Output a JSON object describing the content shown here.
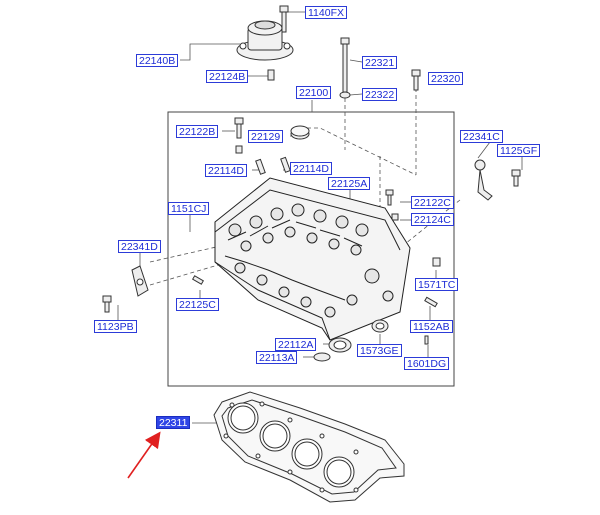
{
  "diagram": {
    "labels": {
      "p1140FX": "1140FX",
      "p22140B": "22140B",
      "p22124B": "22124B",
      "p22321": "22321",
      "p22320": "22320",
      "p22322": "22322",
      "p22100": "22100",
      "p22122B": "22122B",
      "p22129": "22129",
      "p22341C": "22341C",
      "p1125GF": "1125GF",
      "p22114D_left": "22114D",
      "p22114D_right": "22114D",
      "p22125A": "22125A",
      "p22122C": "22122C",
      "p1151CJ": "1151CJ",
      "p22124C": "22124C",
      "p22341D": "22341D",
      "p1571TC": "1571TC",
      "p22125C": "22125C",
      "p1123PB": "1123PB",
      "p1152AB": "1152AB",
      "p22112A": "22112A",
      "p1573GE": "1573GE",
      "p22113A": "22113A",
      "p1601DG": "1601DG",
      "p22311": "22311"
    },
    "highlighted_part": "22311",
    "colors": {
      "label_text": "#1c2bd6",
      "label_border": "#2c3bd8",
      "highlight_fill": "#2f45e6",
      "pointer_arrow": "#e02020",
      "line_art": "#333333"
    }
  }
}
